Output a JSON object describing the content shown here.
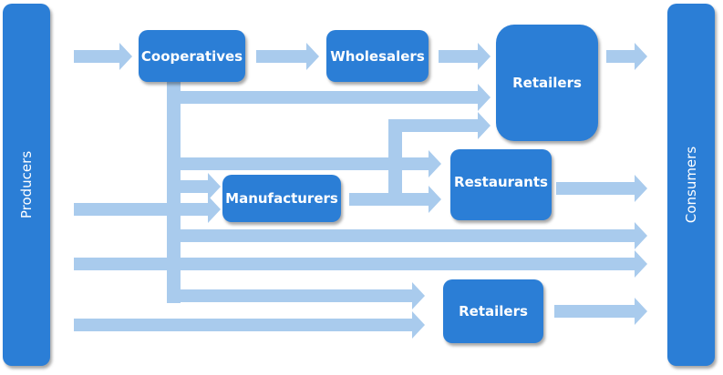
{
  "diagram": {
    "title": "",
    "colors": {
      "box": "#2b7ed6",
      "arrow": "#a9cbed",
      "text": "#ffffff"
    },
    "nodes": {
      "producers": "Producers",
      "consumers": "Consumers",
      "cooperatives": "Cooperatives",
      "wholesalers": "Wholesalers",
      "retailers_top": "Retailers",
      "manufacturers": "Manufacturers",
      "restaurants": "Restaurants",
      "retailers_bottom": "Retailers"
    },
    "flows": [
      {
        "from": "Producers",
        "to": "Cooperatives"
      },
      {
        "from": "Cooperatives",
        "to": "Wholesalers"
      },
      {
        "from": "Wholesalers",
        "to": "Retailers (top)"
      },
      {
        "from": "Retailers (top)",
        "to": "Consumers"
      },
      {
        "from": "Cooperatives",
        "to": "Retailers (top)"
      },
      {
        "from": "Cooperatives",
        "to": "Restaurants"
      },
      {
        "from": "Cooperatives",
        "to": "Manufacturers"
      },
      {
        "from": "Producers",
        "to": "Manufacturers"
      },
      {
        "from": "Manufacturers",
        "to": "Restaurants"
      },
      {
        "from": "Manufacturers",
        "to": "Retailers (top)"
      },
      {
        "from": "Restaurants",
        "to": "Consumers"
      },
      {
        "from": "Cooperatives",
        "to": "Consumers"
      },
      {
        "from": "Producers",
        "to": "Consumers"
      },
      {
        "from": "Cooperatives",
        "to": "Retailers (bottom)"
      },
      {
        "from": "Producers",
        "to": "Retailers (bottom)"
      },
      {
        "from": "Retailers (bottom)",
        "to": "Consumers"
      }
    ]
  }
}
